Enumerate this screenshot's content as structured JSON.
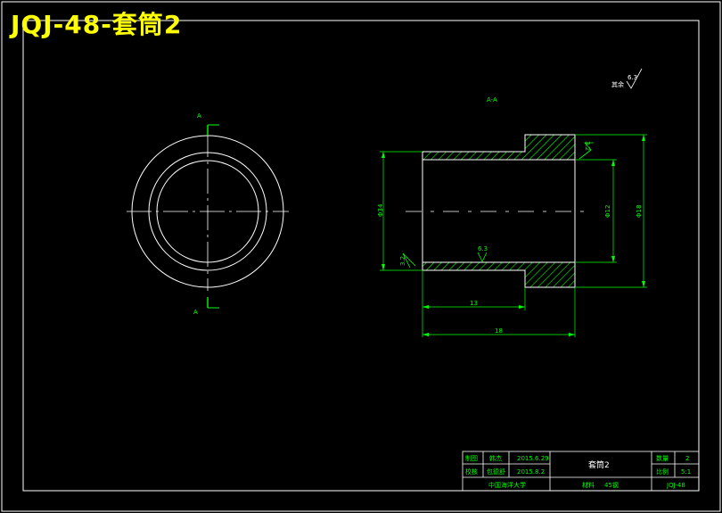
{
  "title": "JQJ-48-套筒2",
  "colors": {
    "background": "#000000",
    "outline": "#ffffff",
    "dimension": "#00ff00",
    "title": "#ffff00",
    "hatch": "#00ff00"
  },
  "drawing": {
    "roughness_note": "其余",
    "roughness_note_value": "6.3",
    "section_label": "A-A",
    "cut_marker_top": "A",
    "cut_marker_bottom": "A",
    "dims": {
      "left_dia": "Φ34",
      "bore_dia": "Φ12",
      "outer_dia": "Φ18",
      "shoulder_len": "13",
      "total_len": "18",
      "rough_top": "3.2",
      "rough_left": "3.2",
      "rough_mid": "6.3"
    }
  },
  "title_block": {
    "drawn_label": "制图",
    "drawn_name": "韩杰",
    "drawn_date": "2015.6.29",
    "checked_label": "校核",
    "checked_name": "包德舒",
    "checked_date": "2015.8.2",
    "part_name": "套筒2",
    "qty_label": "数量",
    "qty_value": "2",
    "scale_label": "比例",
    "scale_value": "5:1",
    "school": "中国海洋大学",
    "material_label": "材料",
    "material_value": "45钢",
    "drawing_no": "JQJ-48"
  }
}
